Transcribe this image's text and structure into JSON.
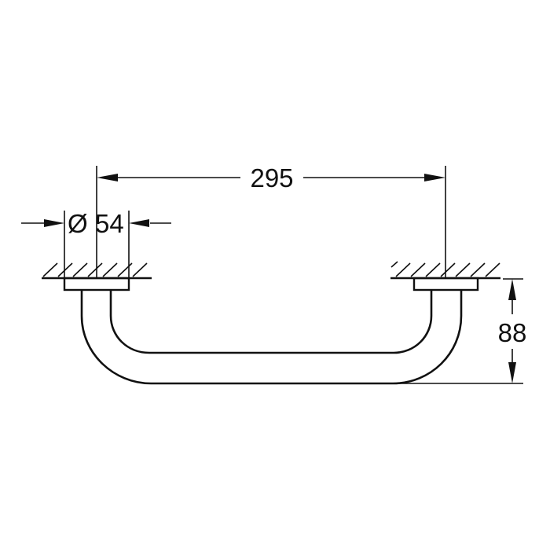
{
  "drawing": {
    "type": "technical-drawing",
    "subject": "grab bar side view",
    "units": "mm",
    "line_color": "#111111",
    "background": "#ffffff"
  },
  "dimensions": {
    "center_distance": {
      "label": "295",
      "value": 295
    },
    "flange_diameter": {
      "symbol": "Ø",
      "label": "54",
      "value": 54
    },
    "projection": {
      "label": "88",
      "value": 88
    }
  }
}
